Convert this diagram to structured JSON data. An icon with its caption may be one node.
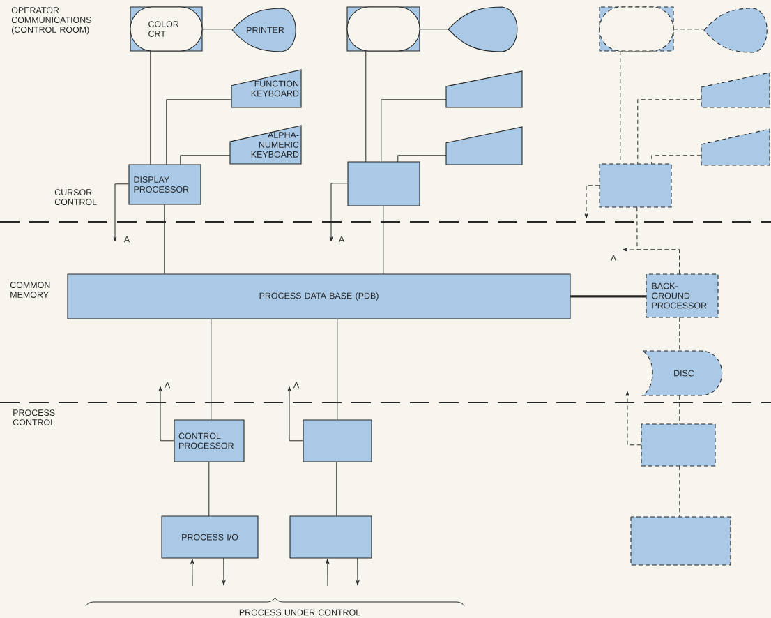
{
  "diagram": {
    "nodes": [
      {
        "text": [
          "COLOR CRT"
        ]
      },
      {
        "text": [
          "PRINTER"
        ]
      },
      {
        "text": [
          "FUNCTION KEYBOARD"
        ]
      },
      {
        "text": [
          "ALPHA-NUMERIC KEYBOARD"
        ]
      },
      {
        "text": [
          "DISPLAY PROCESSOR"
        ]
      },
      {
        "text": [],
        "shape": "display"
      },
      {
        "text": [],
        "shape": "teardrop"
      },
      {
        "text": [],
        "shape": "trapezoid"
      },
      {
        "text": [],
        "shape": "trapezoid"
      },
      {
        "text": [],
        "shape": "box"
      },
      {
        "text": [],
        "shape": "display"
      },
      {
        "text": [],
        "shape": "teardrop"
      },
      {
        "text": [],
        "shape": "trapezoid"
      },
      {
        "text": [],
        "shape": "trapezoid"
      },
      {
        "text": [],
        "shape": "box"
      },
      {
        "text": [
          "PROCESS DATA BASE (PDB)"
        ]
      },
      {
        "text": [
          "BACK-GROUND PROCESSOR"
        ]
      },
      {
        "text": [
          "DISC"
        ]
      },
      {
        "text": [
          "CONTROL PROCESSOR"
        ]
      },
      {
        "text": [],
        "shape": "box"
      },
      {
        "text": [
          "PROCESS I/O"
        ]
      },
      {
        "text": [],
        "shape": "box"
      },
      {
        "text": [],
        "shape": "box"
      },
      {
        "text": [],
        "shape": "box"
      }
    ],
    "edges": [
      {
        "from": 0,
        "to": 1,
        "arrow": "none"
      },
      {
        "from": 0,
        "to": 4,
        "arrow": "none"
      },
      {
        "from": 2,
        "to": 4,
        "arrow": "none"
      },
      {
        "from": 3,
        "to": 4,
        "arrow": "none"
      },
      {
        "from": 4,
        "to": null,
        "arrow": "to",
        "label": "A"
      },
      {
        "from": 4,
        "to": 15,
        "arrow": "none"
      },
      {
        "from": 5,
        "to": 6,
        "arrow": "none"
      },
      {
        "from": 5,
        "to": 9,
        "arrow": "none"
      },
      {
        "from": 7,
        "to": 9,
        "arrow": "none"
      },
      {
        "from": 8,
        "to": 9,
        "arrow": "none"
      },
      {
        "from": 9,
        "to": null,
        "arrow": "to",
        "label": "A"
      },
      {
        "from": 9,
        "to": 15,
        "arrow": "none"
      },
      {
        "from": 10,
        "to": 11,
        "arrow": "none",
        "style": "dashed"
      },
      {
        "from": 10,
        "to": 14,
        "arrow": "none",
        "style": "dashed"
      },
      {
        "from": 12,
        "to": 14,
        "arrow": "none",
        "style": "dashed"
      },
      {
        "from": 13,
        "to": 14,
        "arrow": "none",
        "style": "dashed"
      },
      {
        "from": 14,
        "to": null,
        "arrow": "to",
        "style": "dashed"
      },
      {
        "from": 14,
        "to": 16,
        "arrow": "none",
        "style": "dashed"
      },
      {
        "from": 16,
        "to": null,
        "arrow": "to",
        "label": "A",
        "style": "dashed"
      },
      {
        "from": 15,
        "to": 16,
        "arrow": "none",
        "style": "thick"
      },
      {
        "from": 16,
        "to": 17,
        "arrow": "none",
        "style": "dashed"
      },
      {
        "from": 15,
        "to": 18,
        "arrow": "none"
      },
      {
        "from": 18,
        "to": null,
        "arrow": "to",
        "label": "A"
      },
      {
        "from": 15,
        "to": 19,
        "arrow": "none"
      },
      {
        "from": 19,
        "to": null,
        "arrow": "to",
        "label": "A"
      },
      {
        "from": 18,
        "to": 20,
        "arrow": "none"
      },
      {
        "from": 19,
        "to": 21,
        "arrow": "none"
      },
      {
        "from": null,
        "to": 20,
        "arrow": "to"
      },
      {
        "from": 20,
        "to": null,
        "arrow": "to"
      },
      {
        "from": null,
        "to": 21,
        "arrow": "to"
      },
      {
        "from": 21,
        "to": null,
        "arrow": "to"
      },
      {
        "from": 17,
        "to": 22,
        "arrow": "none",
        "style": "dashed"
      },
      {
        "from": 22,
        "to": null,
        "arrow": "to",
        "style": "dashed"
      },
      {
        "from": 22,
        "to": 23,
        "arrow": "none",
        "style": "dashed"
      }
    ],
    "labels": [
      "OPERATOR COMMUNICATIONS (CONTROL ROOM)",
      "CURSOR CONTROL",
      "COMMON MEMORY",
      "PROCESS CONTROL",
      "PROCESS UNDER CONTROL"
    ]
  }
}
